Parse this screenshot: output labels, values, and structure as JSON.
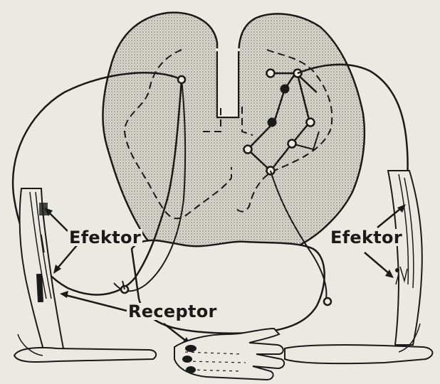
{
  "labels": {
    "efektor_left": "Efektor",
    "efektor_right": "Efektor",
    "receptor": "Receptor"
  },
  "colors": {
    "background": "#ebe9e2",
    "ink": "#1a1a1a",
    "stipple": "#d9d6cc"
  }
}
